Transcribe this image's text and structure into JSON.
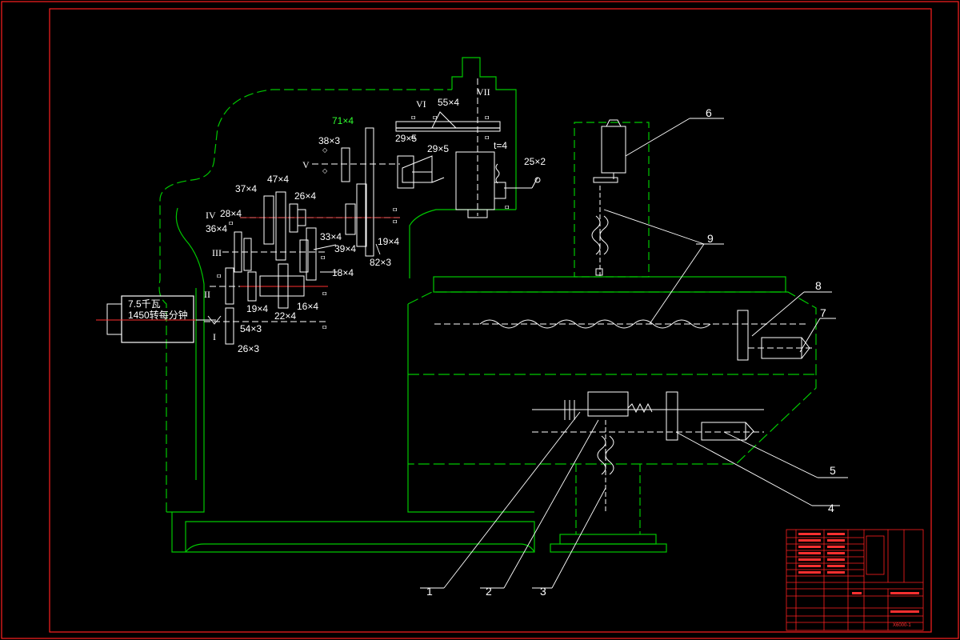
{
  "colors": {
    "background": "#000000",
    "frame": "#ff0000",
    "housing": "#00c800",
    "lines": "#ffffff",
    "highlight": "#00ff00",
    "title_block": "#ff0000"
  },
  "motor": {
    "power": "7.5千瓦",
    "speed": "1450转每分钟"
  },
  "shafts": {
    "I": "I",
    "II": "II",
    "III": "III",
    "IV": "IV",
    "V": "V",
    "VI": "VI",
    "VII": "VII"
  },
  "gears": {
    "g71x4": "71×4",
    "g38x3": "38×3",
    "g47x4": "47×4",
    "g37x4": "37×4",
    "g26x4": "26×4",
    "g28x4": "28×4",
    "g36x4": "36×4",
    "g33x4": "33×4",
    "g39x4": "39×4",
    "g18x4": "18×4",
    "g19x4a": "19×4",
    "g22x4": "22×4",
    "g16x4": "16×4",
    "g54x3": "54×3",
    "g26x3": "26×3",
    "g19x4b": "19×4",
    "g82x3": "82×3",
    "g55x4": "55×4",
    "g29x5a": "29×5",
    "g29x5b": "29×5",
    "g25x2": "25×2",
    "t4": "t=4"
  },
  "callouts": {
    "c1": "1",
    "c2": "2",
    "c3": "3",
    "c4": "4",
    "c5": "5",
    "c6": "6",
    "c7": "7",
    "c8": "8",
    "c9": "9"
  },
  "title_block": {
    "drawing_no": "X6000-1"
  }
}
